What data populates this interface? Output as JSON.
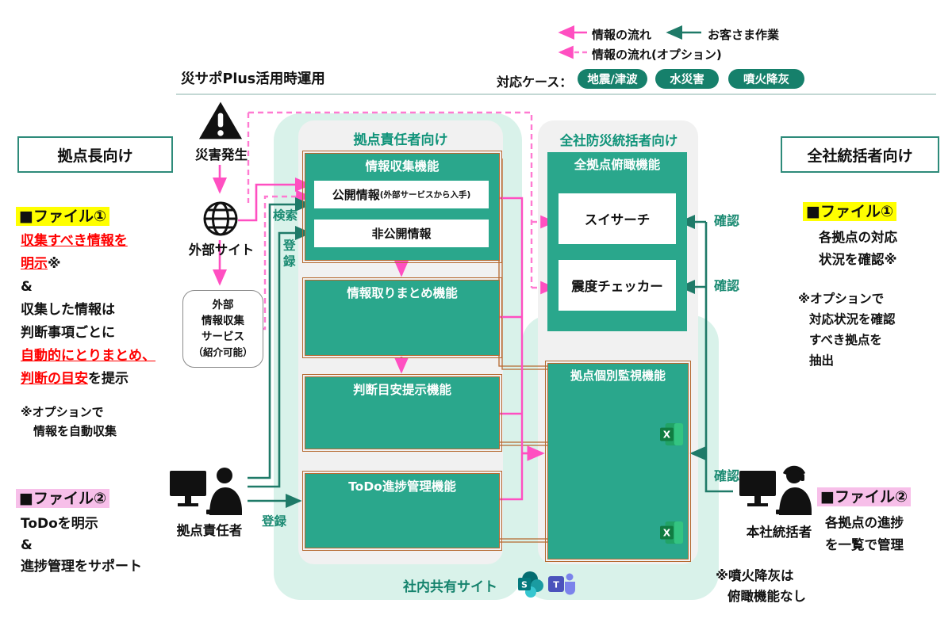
{
  "title": "災サポPlus活用時運用",
  "legend": {
    "flow": "情報の流れ",
    "customer_work": "お客さま作業",
    "flow_optional": "情報の流れ(オプション)",
    "cases_label": "対応ケース：",
    "cases": [
      "地震/津波",
      "水災害",
      "噴火降灰"
    ]
  },
  "left": {
    "audience": "拠点長向け",
    "disaster": "災害発生",
    "external_site": "外部サイト",
    "service_l1": "外部",
    "service_l2": "情報収集",
    "service_l3": "サービス",
    "service_l4": "（紹介可能）",
    "file1_title": "■ファイル①",
    "file1": {
      "l1": "収集すべき情報を",
      "l2a": "明示",
      "l2b": "※",
      "l3": "&",
      "l4": "収集した情報は",
      "l5": "判断事項ごとに",
      "l6": "自動的にとりまとめ、",
      "l7a": "判断の目安",
      "l7b": "を提示"
    },
    "file1_note1": "※オプションで",
    "file1_note2": "情報を自動収集",
    "file2_title": "■ファイル②",
    "file2": {
      "l1": "ToDoを明示",
      "l2": "&",
      "l3": "進捗管理をサポート"
    },
    "person": "拠点責任者"
  },
  "center": {
    "header": "拠点責任者向け",
    "collect": "情報収集機能",
    "public_main": "公開情報",
    "public_sub": "(外部サービスから入手)",
    "private": "非公開情報",
    "summarize": "情報取りまとめ機能",
    "judge": "判断目安提示機能",
    "todo": "ToDo進捗管理機能",
    "search": "検索",
    "register": "登録",
    "register2": "登録"
  },
  "rightpanel": {
    "header": "全社防災統括者向け",
    "overview": "全拠点俯瞰機能",
    "suisearch": "スイサーチ",
    "quake": "震度チェッカー",
    "monitor": "拠点個別監視機能",
    "confirm1": "確認",
    "confirm2": "確認",
    "confirm3": "確認"
  },
  "right": {
    "audience": "全社統括者向け",
    "file1_title": "■ファイル①",
    "file1_l1": "各拠点の対応",
    "file1_l2": "状況を確認※",
    "note": [
      "※オプションで",
      "対応状況を確認",
      "すべき拠点を",
      "抽出"
    ],
    "file2_title": "■ファイル②",
    "file2_l1": "各拠点の進捗",
    "file2_l2": "を一覧で管理",
    "person": "本社統括者",
    "bottom_note1": "※噴火降灰は",
    "bottom_note2": "俯瞰機能なし"
  },
  "bottom": {
    "shared_site": "社内共有サイト"
  },
  "icons": {
    "excel_letter": "X",
    "sharepoint_letter": "S",
    "teams_letter": "T"
  }
}
